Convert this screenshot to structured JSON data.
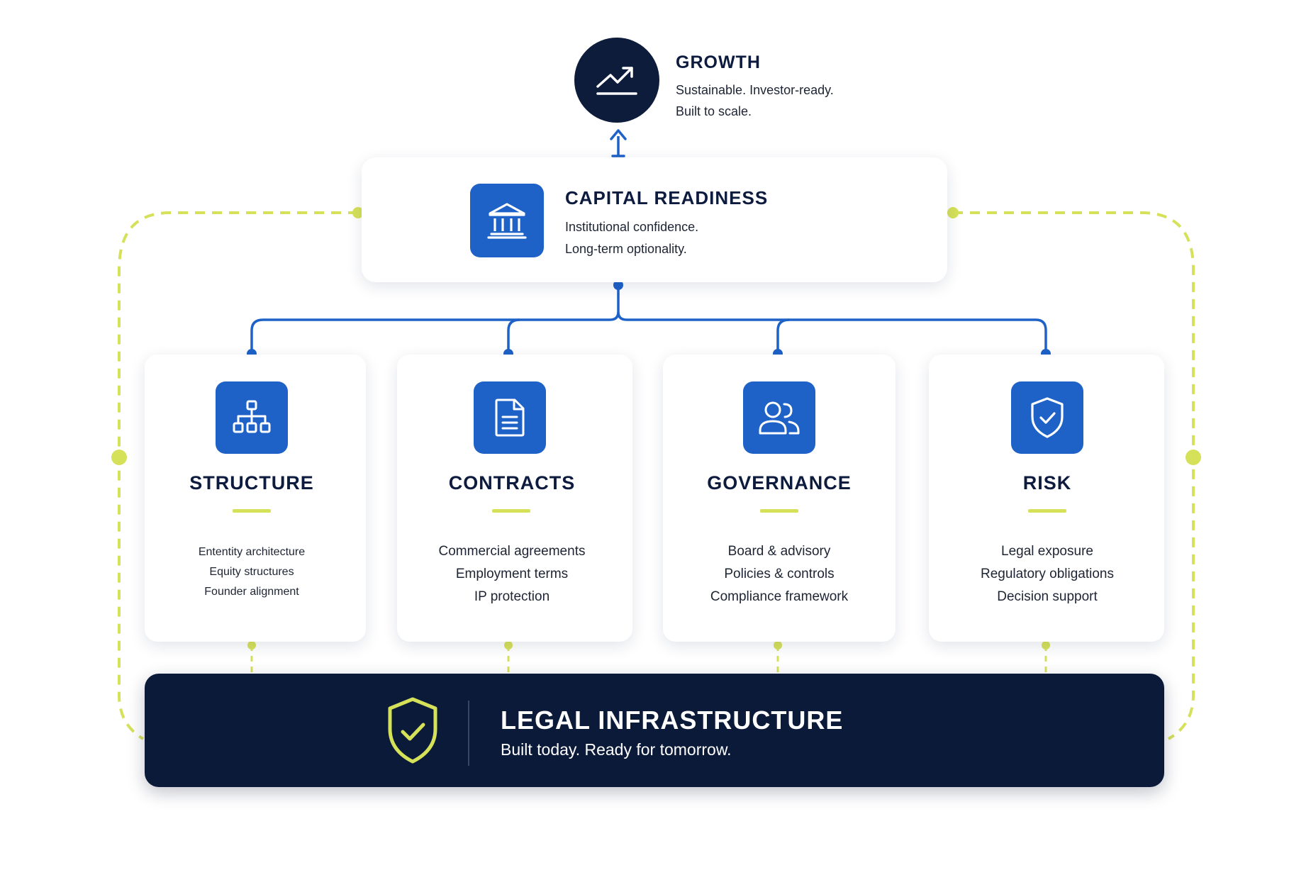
{
  "colors": {
    "navy": "#0b1a39",
    "accent_blue": "#1e62c8",
    "accent_lime": "#d6e15a",
    "text_dark": "#0d1b3e"
  },
  "growth": {
    "title": "GROWTH",
    "lines": [
      "Sustainable. Investor-ready.",
      "Built to scale."
    ],
    "icon": "trending-up-icon"
  },
  "capital": {
    "title": "CAPITAL READINESS",
    "lines": [
      "Institutional confidence.",
      "Long-term optionality."
    ],
    "icon": "bank-icon"
  },
  "pillars": [
    {
      "title": "STRUCTURE",
      "icon": "org-chart-icon",
      "items": [
        "Ententity architecture",
        "Equity structures",
        "Founder alignment"
      ]
    },
    {
      "title": "CONTRACTS",
      "icon": "document-icon",
      "items": [
        "Commercial agreements",
        "Employment terms",
        "IP protection"
      ]
    },
    {
      "title": "GOVERNANCE",
      "icon": "users-icon",
      "items": [
        "Board & advisory",
        "Policies & controls",
        "Compliance framework"
      ]
    },
    {
      "title": "RISK",
      "icon": "shield-check-icon",
      "items": [
        "Legal exposure",
        "Regulatory obligations",
        "Decision support"
      ]
    }
  ],
  "legal": {
    "title": "LEGAL INFRASTRUCTURE",
    "subtitle": "Built today. Ready for tomorrow.",
    "icon": "shield-check-icon"
  }
}
